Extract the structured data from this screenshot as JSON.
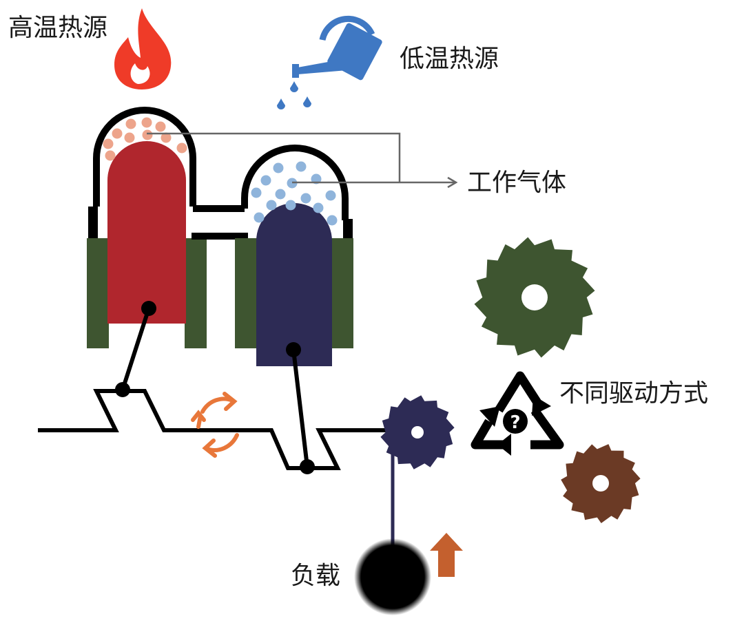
{
  "labels": {
    "hot_source": "高温热源",
    "cold_source": "低温热源",
    "working_gas": "工作气体",
    "drive_modes": "不同驱动方式",
    "load": "负载",
    "question_mark": "?"
  },
  "colors": {
    "hot_piston": "#b0262d",
    "cold_piston": "#2d2b55",
    "cylinder_jacket": "#3e5530",
    "hot_gas_particle": "#eda48b",
    "cold_gas_particle": "#8fb4db",
    "flame": "#ef3b28",
    "watering_can": "#3f78c3",
    "rotation_arrow": "#e8773a",
    "lift_arrow": "#c4602e",
    "gear_green": "#3e5530",
    "gear_navy": "#2d2b55",
    "gear_brown": "#6b3a25",
    "outline": "#000000"
  },
  "icons": [
    "flame-icon",
    "watering-can-icon",
    "rotation-arrows-icon",
    "recycle-question-icon",
    "up-arrow-icon",
    "gear-icon"
  ]
}
